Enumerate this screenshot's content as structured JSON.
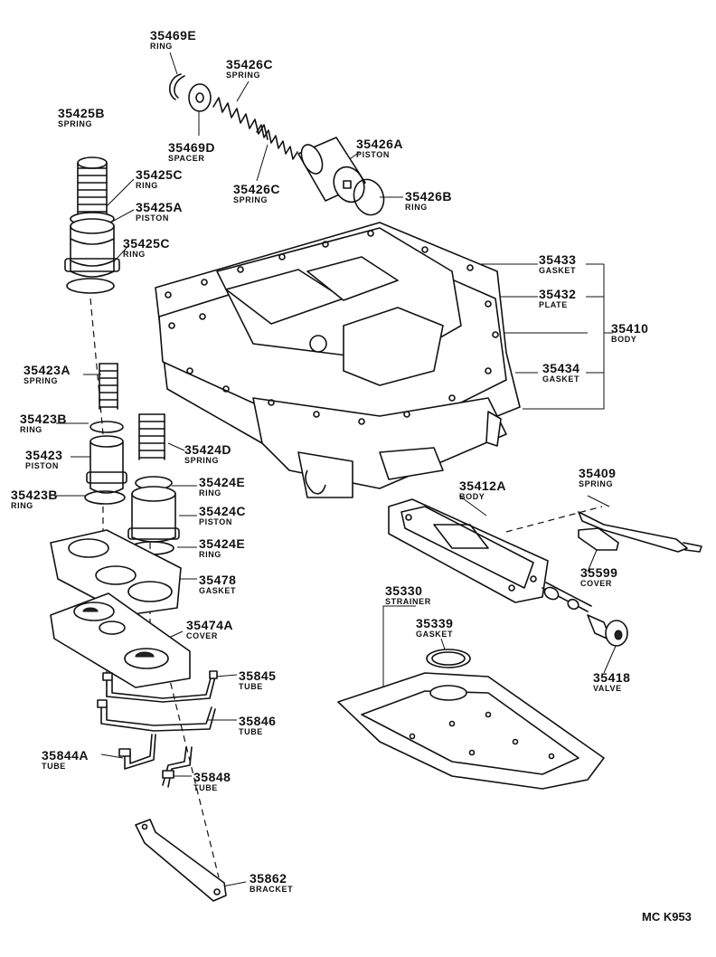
{
  "diagram_code": "MC K953",
  "parts": [
    {
      "number": "35469E",
      "name": "RING"
    },
    {
      "number": "35426C",
      "name": "SPRING"
    },
    {
      "number": "35425B",
      "name": "SPRING"
    },
    {
      "number": "35469D",
      "name": "SPACER"
    },
    {
      "number": "35426A",
      "name": "PISTON"
    },
    {
      "number": "35425C",
      "name": "RING"
    },
    {
      "number": "35426C",
      "name": "SPRING"
    },
    {
      "number": "35426B",
      "name": "RING"
    },
    {
      "number": "35425A",
      "name": "PISTON"
    },
    {
      "number": "35425C",
      "name": "RING"
    },
    {
      "number": "35433",
      "name": "GASKET"
    },
    {
      "number": "35432",
      "name": "PLATE"
    },
    {
      "number": "35410",
      "name": "BODY"
    },
    {
      "number": "35423A",
      "name": "SPRING"
    },
    {
      "number": "35434",
      "name": "GASKET"
    },
    {
      "number": "35423B",
      "name": "RING"
    },
    {
      "number": "35424D",
      "name": "SPRING"
    },
    {
      "number": "35423",
      "name": "PISTON"
    },
    {
      "number": "35423B",
      "name": "RING"
    },
    {
      "number": "35424E",
      "name": "RING"
    },
    {
      "number": "35424C",
      "name": "PISTON"
    },
    {
      "number": "35412A",
      "name": "BODY"
    },
    {
      "number": "35409",
      "name": "SPRING"
    },
    {
      "number": "35424E",
      "name": "RING"
    },
    {
      "number": "35478",
      "name": "GASKET"
    },
    {
      "number": "35599",
      "name": "COVER"
    },
    {
      "number": "35330",
      "name": "STRAINER"
    },
    {
      "number": "35339",
      "name": "GASKET"
    },
    {
      "number": "35474A",
      "name": "COVER"
    },
    {
      "number": "35418",
      "name": "VALVE"
    },
    {
      "number": "35845",
      "name": "TUBE"
    },
    {
      "number": "35846",
      "name": "TUBE"
    },
    {
      "number": "35844A",
      "name": "TUBE"
    },
    {
      "number": "35848",
      "name": "TUBE"
    },
    {
      "number": "35862",
      "name": "BRACKET"
    }
  ]
}
